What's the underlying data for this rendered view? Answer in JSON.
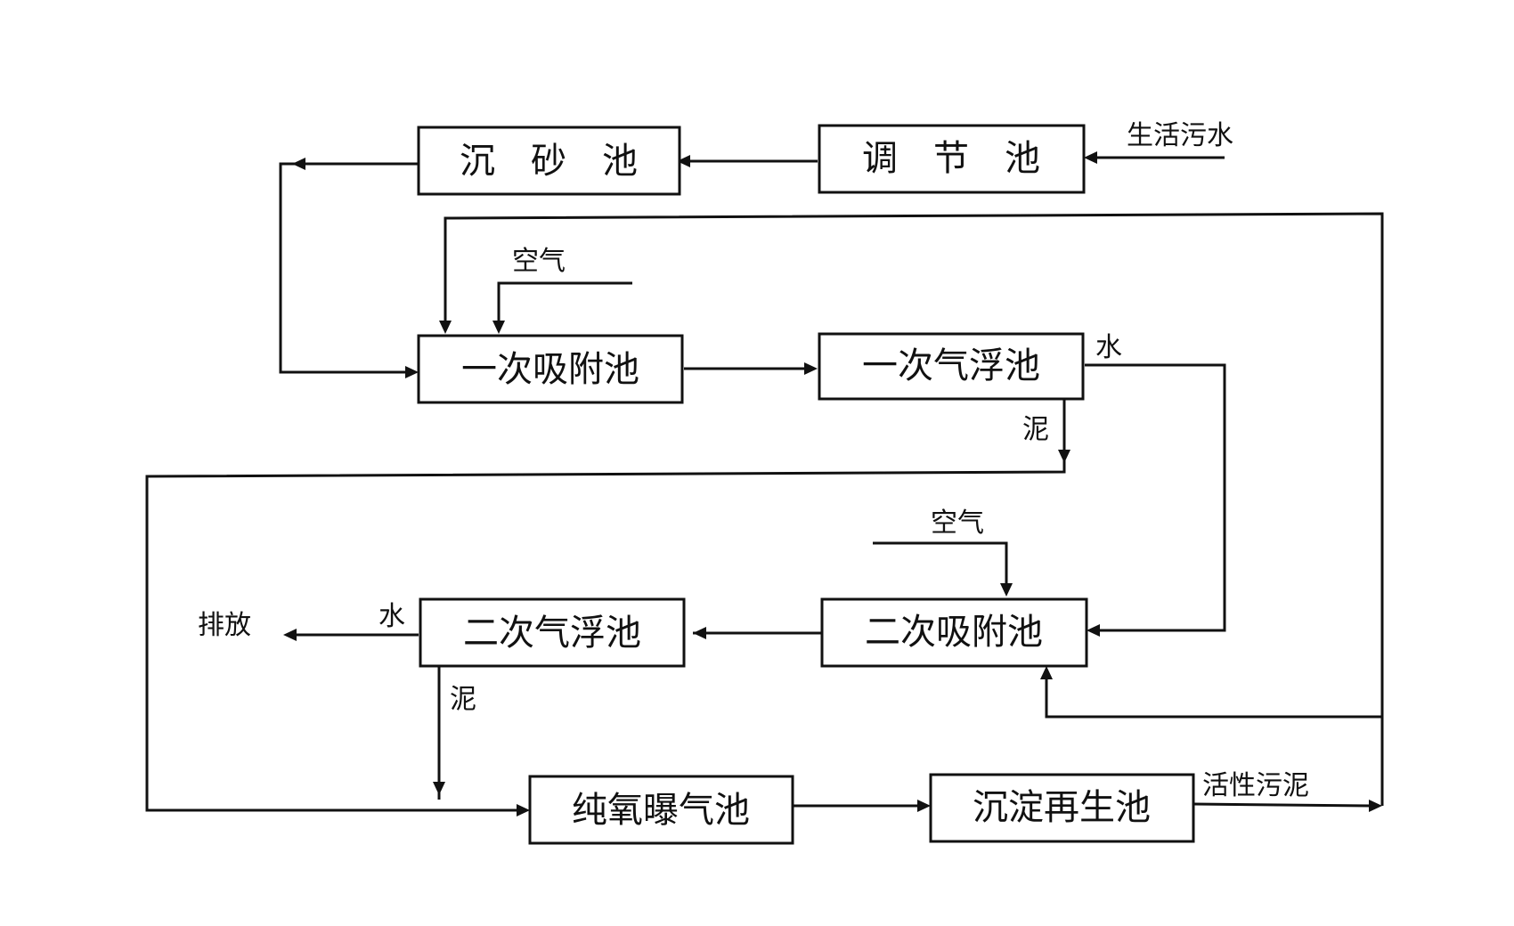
{
  "nodes": {
    "grit": "沉　砂　池",
    "equalization": "调　节　池",
    "adsorption1": "一次吸附池",
    "flotation1": "一次气浮池",
    "flotation2": "二次气浮池",
    "adsorption2": "二次吸附池",
    "oxygen_aeration": "纯氧曝气池",
    "settling_regen": "沉淀再生池"
  },
  "labels": {
    "domestic_sewage": "生活污水",
    "air_1": "空气",
    "air_2": "空气",
    "water_1": "水",
    "sludge_1": "泥",
    "water_2": "水",
    "sludge_2": "泥",
    "discharge": "排放",
    "activated_sludge": "活性污泥"
  }
}
